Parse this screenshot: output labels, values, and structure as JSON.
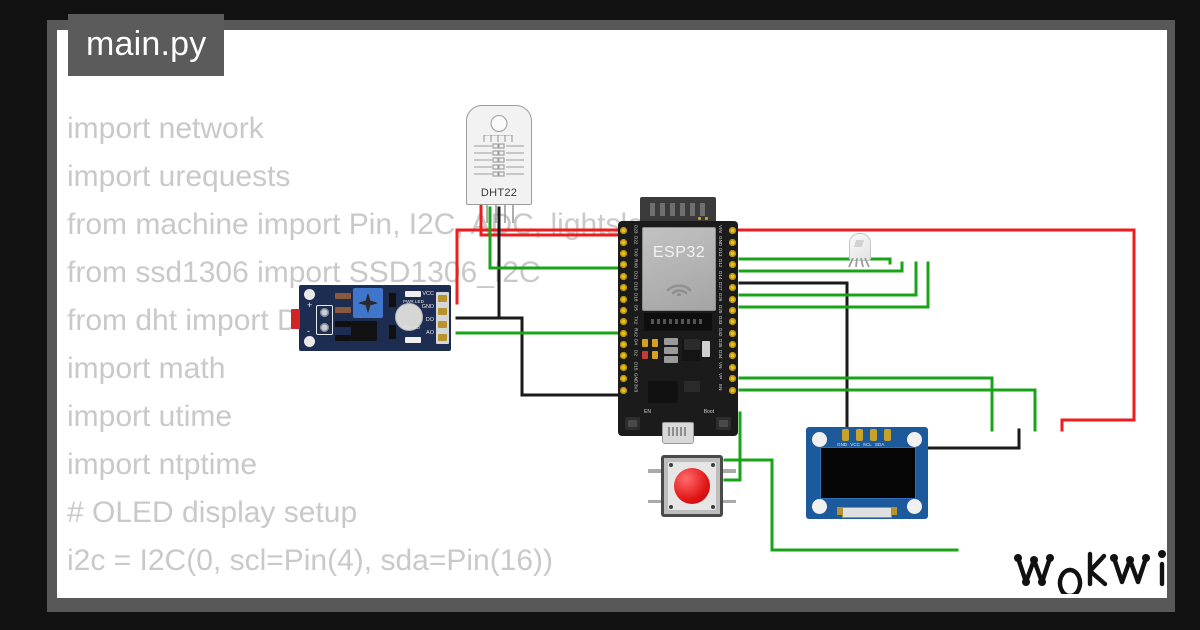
{
  "window": {
    "background_color": "#121212",
    "canvas_color": "#ffffff",
    "frame_color": "#585858"
  },
  "file_tab": {
    "label": "main.py",
    "background_color": "#5b5b5b",
    "text_color": "#ffffff"
  },
  "code": {
    "text_color": "#c9c9c9",
    "lines": [
      "import network",
      "import urequests",
      "from machine import Pin, I2C, ADC, lightsleep",
      "from ssd1306 import SSD1306_I2C",
      "from dht import DHT22",
      "import math",
      "import utime",
      "import ntptime",
      "",
      "# OLED display setup",
      "i2c = I2C(0, scl=Pin(4), sda=Pin(16))"
    ]
  },
  "diagram": {
    "parts": [
      {
        "id": "esp32",
        "name": "ESP32 DevKit V1",
        "silkscreen_label": "ESP32",
        "button_labels": [
          "EN",
          "Boot"
        ],
        "pins_left": [
          "D23",
          "D22",
          "TX0",
          "RX0",
          "D21",
          "D19",
          "D18",
          "D5",
          "TX2",
          "RX2",
          "D4",
          "D2",
          "D15",
          "GND",
          "3V3"
        ],
        "pins_right": [
          "VIN",
          "GND",
          "D13",
          "D12",
          "D14",
          "D27",
          "D26",
          "D25",
          "D33",
          "D32",
          "D35",
          "D34",
          "VN",
          "VP",
          "EN"
        ]
      },
      {
        "id": "dht22",
        "name": "DHT22 Temperature & Humidity Sensor",
        "silkscreen_label": "DHT22"
      },
      {
        "id": "ldr-module",
        "name": "Photoresistor (LDR) Module",
        "pin_labels": [
          "VCC",
          "GND",
          "DO",
          "AO"
        ],
        "led_labels": [
          "PWR LED",
          "DO LED"
        ],
        "terminal_labels": [
          "+",
          "-"
        ]
      },
      {
        "id": "pushbutton",
        "name": "Pushbutton",
        "cap_color": "#e01414"
      },
      {
        "id": "rgb-led",
        "name": "RGB LED"
      },
      {
        "id": "oled-display",
        "name": "SSD1306 OLED 128x64 I2C Display",
        "pin_labels": [
          "GND",
          "VCC",
          "SCL",
          "SDA"
        ]
      }
    ],
    "wire_colors": {
      "power": "#ee1c1c",
      "ground": "#1a1a1a",
      "signal": "#19a319"
    }
  },
  "branding": {
    "logo_text": "WOKWi",
    "logo_color": "#111111"
  }
}
